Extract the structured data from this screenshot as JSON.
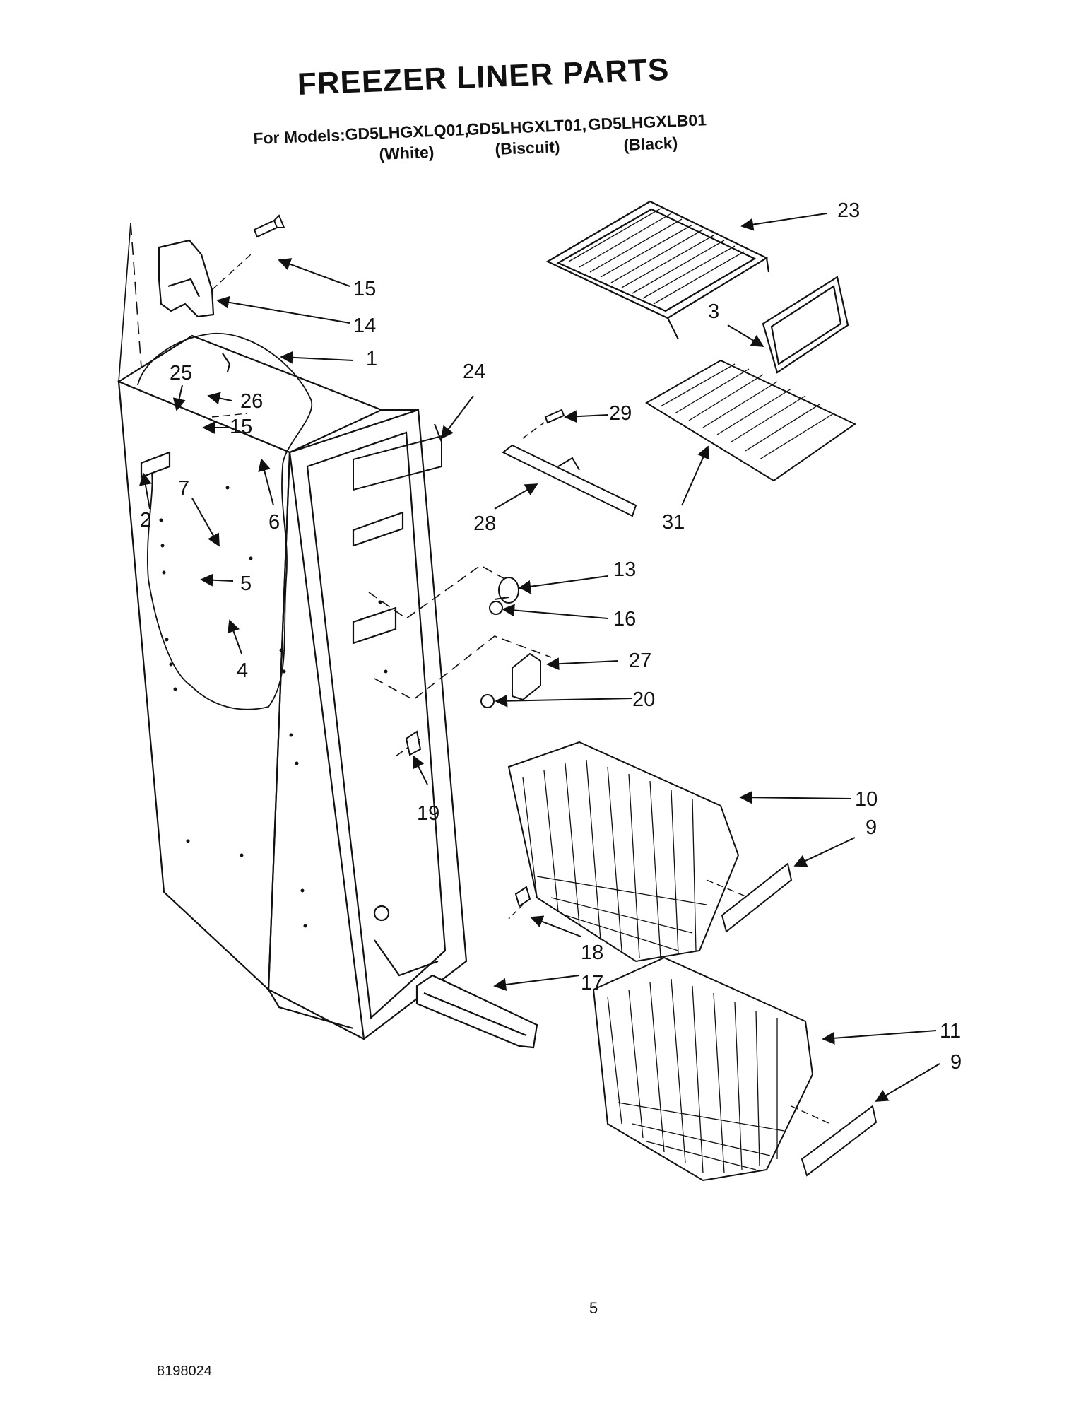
{
  "header": {
    "title": "FREEZER LINER PARTS",
    "models_prefix": "For Models:",
    "models": [
      {
        "number": "GD5LHGXLQ01,",
        "color": "(White)"
      },
      {
        "number": "GD5LHGXLT01,",
        "color": "(Biscuit)"
      },
      {
        "number": "GD5LHGXLB01",
        "color": "(Black)"
      }
    ]
  },
  "callouts": [
    {
      "id": "c23",
      "label": "23"
    },
    {
      "id": "c15a",
      "label": "15"
    },
    {
      "id": "c14",
      "label": "14"
    },
    {
      "id": "c1",
      "label": "1"
    },
    {
      "id": "c3",
      "label": "3"
    },
    {
      "id": "c24",
      "label": "24"
    },
    {
      "id": "c25",
      "label": "25"
    },
    {
      "id": "c26",
      "label": "26"
    },
    {
      "id": "c15b",
      "label": "15"
    },
    {
      "id": "c29",
      "label": "29"
    },
    {
      "id": "c7",
      "label": "7"
    },
    {
      "id": "c2",
      "label": "2"
    },
    {
      "id": "c6",
      "label": "6"
    },
    {
      "id": "c28",
      "label": "28"
    },
    {
      "id": "c31",
      "label": "31"
    },
    {
      "id": "c13",
      "label": "13"
    },
    {
      "id": "c5",
      "label": "5"
    },
    {
      "id": "c16",
      "label": "16"
    },
    {
      "id": "c4",
      "label": "4"
    },
    {
      "id": "c27",
      "label": "27"
    },
    {
      "id": "c20",
      "label": "20"
    },
    {
      "id": "c10",
      "label": "10"
    },
    {
      "id": "c9a",
      "label": "9"
    },
    {
      "id": "c19",
      "label": "19"
    },
    {
      "id": "c18",
      "label": "18"
    },
    {
      "id": "c17",
      "label": "17"
    },
    {
      "id": "c11",
      "label": "11"
    },
    {
      "id": "c9b",
      "label": "9"
    }
  ],
  "footer": {
    "page_number": "5",
    "document_number": "8198024"
  }
}
